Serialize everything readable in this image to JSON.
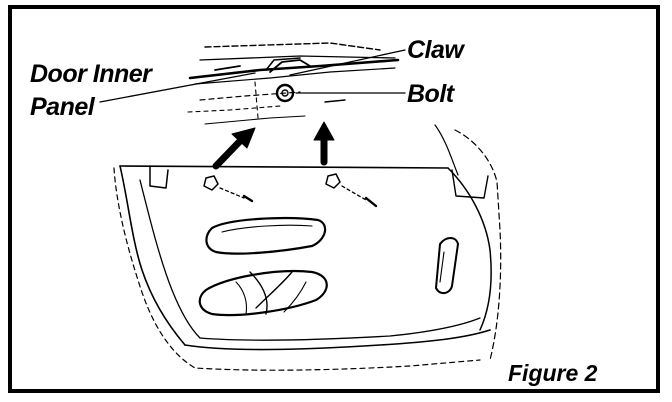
{
  "labels": {
    "door_inner_panel_line1": "Door Inner",
    "door_inner_panel_line2": "Panel",
    "claw": "Claw",
    "bolt": "Bolt"
  },
  "caption": "Figure 2"
}
